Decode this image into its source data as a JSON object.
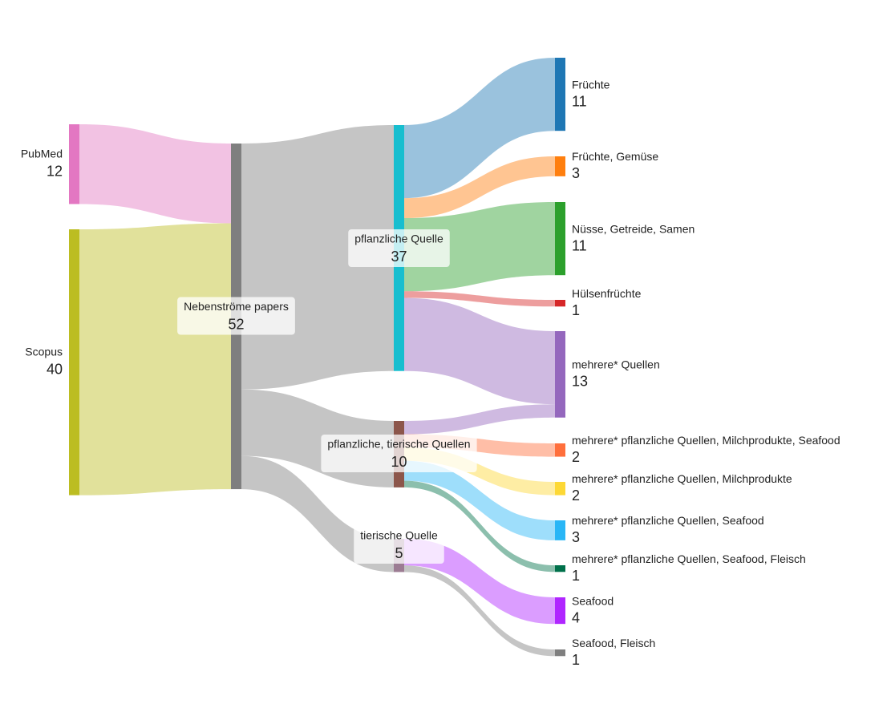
{
  "chart_data": {
    "type": "sankey",
    "title": "",
    "nodes": [
      {
        "id": "pubmed",
        "label": "PubMed",
        "value": 12,
        "color": "#e377c2"
      },
      {
        "id": "scopus",
        "label": "Scopus",
        "value": 40,
        "color": "#bcbd22"
      },
      {
        "id": "neben",
        "label": "Nebenströme papers",
        "value": 52,
        "color": "#7f7f7f"
      },
      {
        "id": "pq",
        "label": "pflanzliche Quelle",
        "value": 37,
        "color": "#17becf"
      },
      {
        "id": "ptq",
        "label": "pflanzliche, tierische Quellen",
        "value": 10,
        "color": "#8c564b"
      },
      {
        "id": "tq",
        "label": "tierische Quelle",
        "value": 5,
        "color": "#9c7c93"
      },
      {
        "id": "fr",
        "label": "Früchte",
        "value": 11,
        "color": "#1f77b4"
      },
      {
        "id": "frg",
        "label": "Früchte, Gemüse",
        "value": 3,
        "color": "#ff7f0e"
      },
      {
        "id": "nuss",
        "label": "Nüsse, Getreide, Samen",
        "value": 11,
        "color": "#2ca02c"
      },
      {
        "id": "huel",
        "label": "Hülsenfrüchte",
        "value": 1,
        "color": "#d62728"
      },
      {
        "id": "mq",
        "label": "mehrere* Quellen",
        "value": 13,
        "color": "#9467bd"
      },
      {
        "id": "mpms",
        "label": "mehrere* pflanzliche Quellen, Milchprodukte, Seafood",
        "value": 2,
        "color": "#ff6f3c"
      },
      {
        "id": "mpm",
        "label": "mehrere* pflanzliche Quellen, Milchprodukte",
        "value": 2,
        "color": "#fdd835"
      },
      {
        "id": "mps",
        "label": "mehrere* pflanzliche Quellen, Seafood",
        "value": 3,
        "color": "#29b6f6"
      },
      {
        "id": "mpsf",
        "label": "mehrere* pflanzliche Quellen, Seafood, Fleisch",
        "value": 1,
        "color": "#00704a"
      },
      {
        "id": "sea",
        "label": "Seafood",
        "value": 4,
        "color": "#b026ff"
      },
      {
        "id": "seaf",
        "label": "Seafood, Fleisch",
        "value": 1,
        "color": "#7f7f7f"
      }
    ],
    "links": [
      {
        "source": "pubmed",
        "target": "neben",
        "value": 12,
        "color": "#e377c2"
      },
      {
        "source": "scopus",
        "target": "neben",
        "value": 40,
        "color": "#bcbd22"
      },
      {
        "source": "neben",
        "target": "pq",
        "value": 37,
        "color": "#7f7f7f"
      },
      {
        "source": "neben",
        "target": "ptq",
        "value": 10,
        "color": "#7f7f7f"
      },
      {
        "source": "neben",
        "target": "tq",
        "value": 5,
        "color": "#7f7f7f"
      },
      {
        "source": "pq",
        "target": "fr",
        "value": 11,
        "color": "#1f77b4"
      },
      {
        "source": "pq",
        "target": "frg",
        "value": 3,
        "color": "#ff7f0e"
      },
      {
        "source": "pq",
        "target": "nuss",
        "value": 11,
        "color": "#2ca02c"
      },
      {
        "source": "pq",
        "target": "huel",
        "value": 1,
        "color": "#d62728"
      },
      {
        "source": "pq",
        "target": "mq",
        "value": 11,
        "color": "#9467bd"
      },
      {
        "source": "ptq",
        "target": "mq",
        "value": 2,
        "color": "#9467bd"
      },
      {
        "source": "ptq",
        "target": "mpms",
        "value": 2,
        "color": "#ff6f3c"
      },
      {
        "source": "ptq",
        "target": "mpm",
        "value": 2,
        "color": "#fdd835"
      },
      {
        "source": "ptq",
        "target": "mps",
        "value": 3,
        "color": "#29b6f6"
      },
      {
        "source": "ptq",
        "target": "mpsf",
        "value": 1,
        "color": "#00704a"
      },
      {
        "source": "tq",
        "target": "sea",
        "value": 4,
        "color": "#b026ff"
      },
      {
        "source": "tq",
        "target": "seaf",
        "value": 1,
        "color": "#7f7f7f"
      }
    ]
  }
}
